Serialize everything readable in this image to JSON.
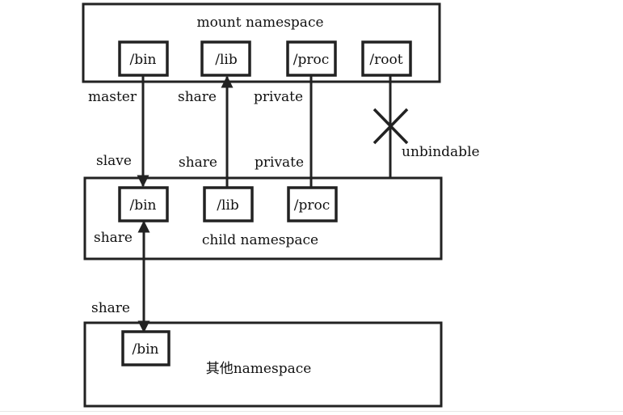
{
  "namespaces": {
    "mount": {
      "title": "mount namespace",
      "dirs": [
        "/bin",
        "/lib",
        "/proc",
        "/root"
      ]
    },
    "child": {
      "title": "child namespace",
      "dirs": [
        "/bin",
        "/lib",
        "/proc"
      ]
    },
    "other": {
      "title": "其他namespace",
      "dirs": [
        "/bin"
      ]
    }
  },
  "relations": {
    "upper": {
      "bin": "master",
      "lib": "share",
      "proc": "private"
    },
    "lower": {
      "bin": "slave",
      "lib": "share",
      "proc": "private",
      "root": "unbindable"
    },
    "child_bin": "share",
    "other_bin": "share"
  }
}
